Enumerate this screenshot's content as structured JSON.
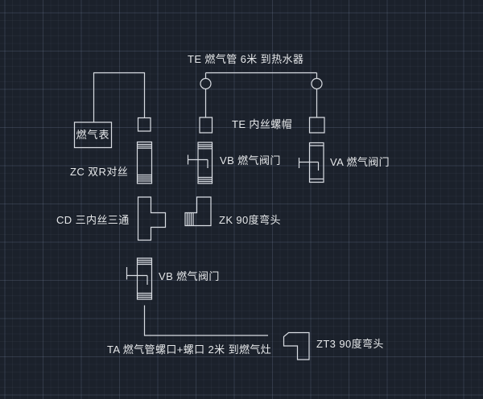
{
  "canvas": {
    "background_color": "#1b212b",
    "grid_major_color": "#2c3542",
    "grid_minor_color": "#232a35",
    "line_color": "#d9dde3",
    "text_color": "#e6e8ea"
  },
  "labels": {
    "te_pipe": "TE 燃气管 6米 到热水器",
    "te_cap": "TE 内丝螺帽",
    "vb_valve_top": "VB 燃气阀门",
    "va_valve": "VA 燃气阀门",
    "gas_meter": "燃气表",
    "zc_coupling": "ZC 双R对丝",
    "cd_tee": "CD 三内丝三通",
    "zk_elbow": "ZK 90度弯头",
    "vb_valve_mid": "VB 燃气阀门",
    "ta_pipe": "TA 燃气管螺口+螺口 2米 到燃气灶",
    "zt3_elbow": "ZT3 90度弯头"
  }
}
